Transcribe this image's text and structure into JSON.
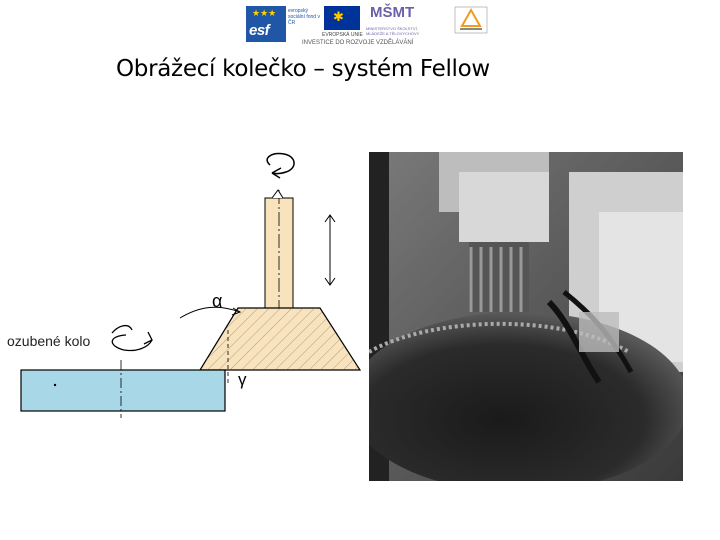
{
  "header": {
    "title": "Obrážecí kolečko – systém Fellow",
    "logos": {
      "esf_mark": "esf",
      "esf_text": "evropský sociální fond v ČR",
      "eu_text": "EVROPSKÁ UNIE",
      "msmt_mark": "MŠMT",
      "msmt_text": "MINISTERSTVO ŠKOLSTVÍ, MLÁDEŽE A TĚLOVÝCHOVY",
      "investment_text": "INVESTICE DO ROZVOJE VZDĚLÁVÁNÍ"
    }
  },
  "diagram": {
    "gear_label": "ozubené kolo",
    "alpha_label": "α",
    "gamma_label": "γ"
  },
  "photo": {
    "icon": "machine-photo"
  }
}
